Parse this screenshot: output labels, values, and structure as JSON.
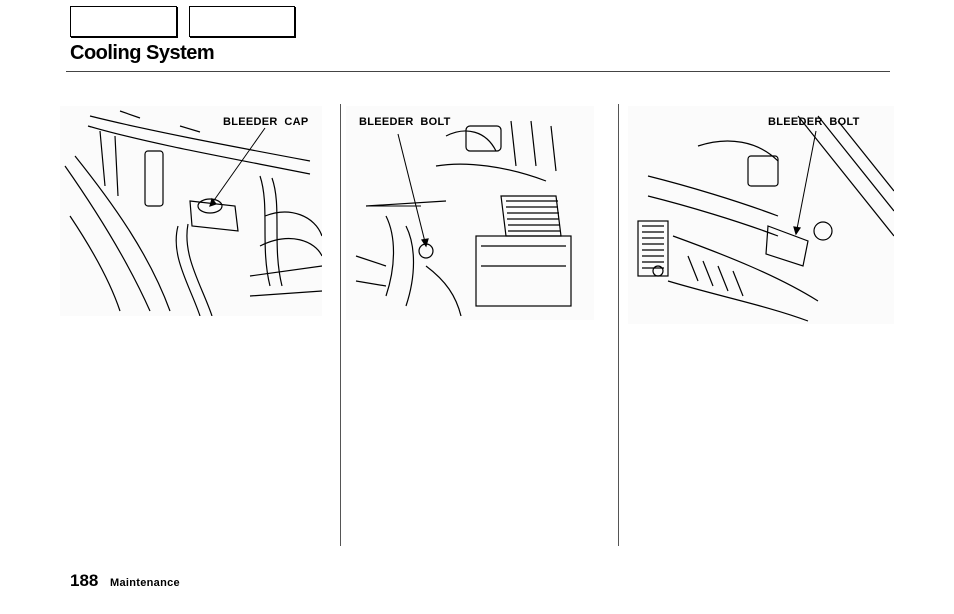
{
  "nav": {
    "buttons": [
      {
        "label": ""
      },
      {
        "label": ""
      }
    ]
  },
  "page": {
    "title": "Cooling System",
    "page_number": "188",
    "section": "Maintenance"
  },
  "illustrations": [
    {
      "callout": "BLEEDER  CAP"
    },
    {
      "callout": "BLEEDER  BOLT"
    },
    {
      "callout": "BLEEDER  BOLT"
    }
  ]
}
